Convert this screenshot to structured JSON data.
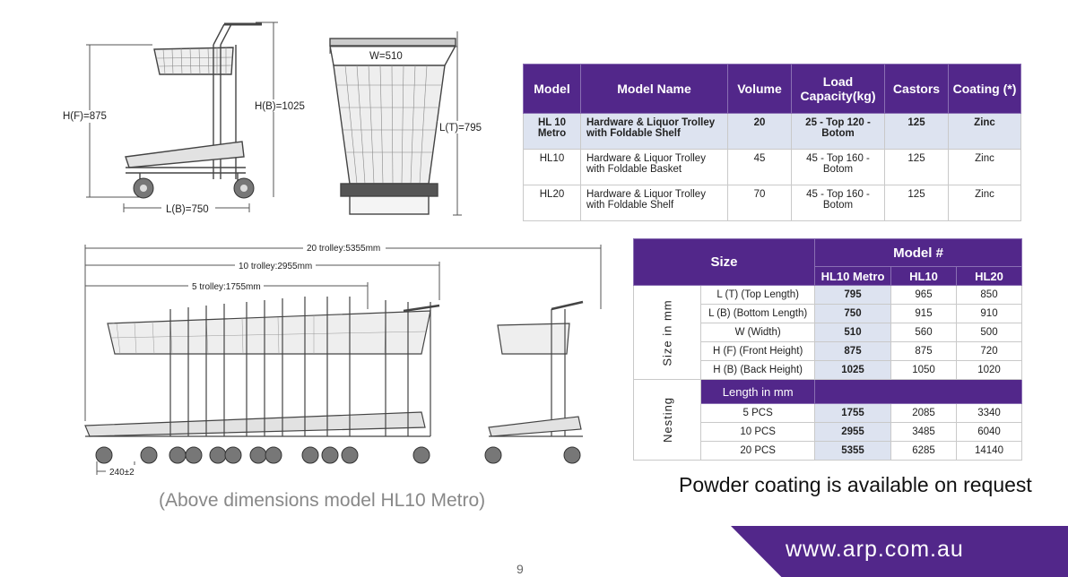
{
  "diagram": {
    "side_labels": {
      "hf": "H(F)=875",
      "hb": "H(B)=1025",
      "lb": "L(B)=750"
    },
    "front_labels": {
      "w": "W=510",
      "lt": "L(T)=795"
    },
    "nest_labels": {
      "t20": "20 trolley:5355mm",
      "t10": "10 trolley:2955mm",
      "t5": "5 trolley:1755mm",
      "gap": "240±2"
    }
  },
  "spec_table": {
    "headers": [
      "Model",
      "Model Name",
      "Volume",
      "Load Capacity(kg)",
      "Castors",
      "Coating (*)"
    ],
    "rows": [
      {
        "model": "HL 10 Metro",
        "name": "Hardware & Liquor Trolley with Foldable Shelf",
        "volume": "20",
        "load": "25 - Top 120 - Botom",
        "castors": "125",
        "coating": "Zinc"
      },
      {
        "model": "HL10",
        "name": "Hardware & Liquor Trolley with Foldable Basket",
        "volume": "45",
        "load": "45 - Top 160 - Botom",
        "castors": "125",
        "coating": "Zinc"
      },
      {
        "model": "HL20",
        "name": "Hardware & Liquor Trolley with Foldable Shelf",
        "volume": "70",
        "load": "45 - Top 160 - Botom",
        "castors": "125",
        "coating": "Zinc"
      }
    ]
  },
  "size_table": {
    "size_header": "Size",
    "model_header": "Model #",
    "model_cols": [
      "HL10 Metro",
      "HL10",
      "HL20"
    ],
    "size_group": "Size in mm",
    "size_rows": [
      {
        "label": "L (T) (Top Length)",
        "v": [
          "795",
          "965",
          "850"
        ]
      },
      {
        "label": "L (B) (Bottom Length)",
        "v": [
          "750",
          "915",
          "910"
        ]
      },
      {
        "label": "W (Width)",
        "v": [
          "510",
          "560",
          "500"
        ]
      },
      {
        "label": "H (F) (Front Height)",
        "v": [
          "875",
          "875",
          "720"
        ]
      },
      {
        "label": "H (B) (Back Height)",
        "v": [
          "1025",
          "1050",
          "1020"
        ]
      }
    ],
    "nesting_group": "Nesting",
    "length_header": "Length in mm",
    "nesting_rows": [
      {
        "label": "5 PCS",
        "v": [
          "1755",
          "2085",
          "3340"
        ]
      },
      {
        "label": "10 PCS",
        "v": [
          "2955",
          "3485",
          "6040"
        ]
      },
      {
        "label": "20 PCS",
        "v": [
          "5355",
          "6285",
          "14140"
        ]
      }
    ]
  },
  "note": "Powder coating is available on request",
  "caption": "(Above dimensions model HL10 Metro)",
  "page_number": "9",
  "website": "www.arp.com.au",
  "colors": {
    "brand_purple": "#52278a",
    "highlight": "#dde3f0"
  }
}
